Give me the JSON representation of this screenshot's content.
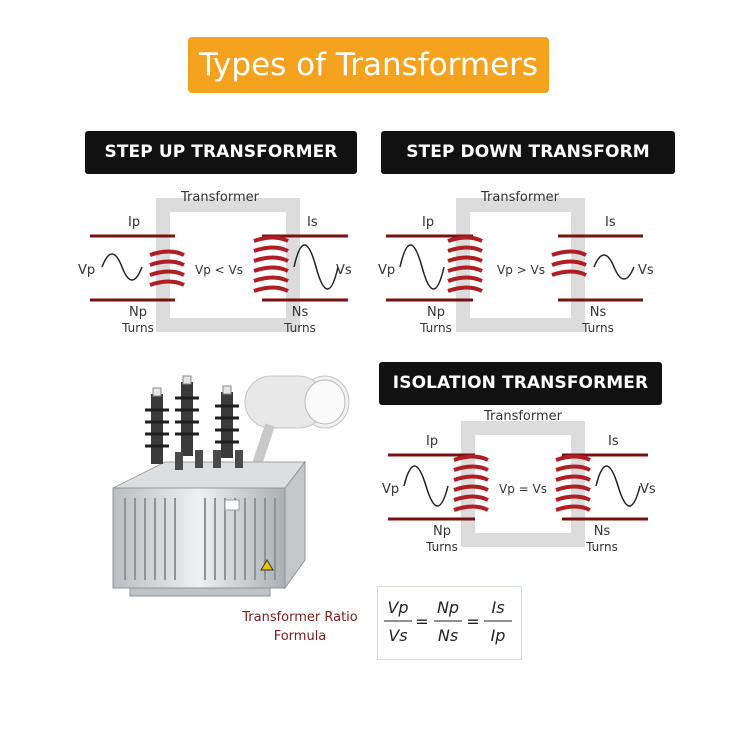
{
  "title": "Types of Transformers",
  "step_up": {
    "header": "STEP UP TRANSFORMER",
    "core_label": "Transformer",
    "ip": "Ip",
    "is": "Is",
    "vp": "Vp",
    "vs": "Vs",
    "relation": "Vp < Vs",
    "np": "Np",
    "ns": "Ns",
    "turns_left": "Turns",
    "turns_right": "Turns"
  },
  "step_down": {
    "header": "STEP DOWN TRANSFORM",
    "core_label": "Transformer",
    "ip": "Ip",
    "is": "Is",
    "vp": "Vp",
    "vs": "Vs",
    "relation": "Vp > Vs",
    "np": "Np",
    "ns": "Ns",
    "turns_left": "Turns",
    "turns_right": "Turns"
  },
  "isolation": {
    "header": "ISOLATION TRANSFORMER",
    "core_label": "Transformer",
    "ip": "Ip",
    "is": "Is",
    "vp": "Vp",
    "vs": "Vs",
    "relation": "Vp = Vs",
    "np": "Np",
    "ns": "Ns",
    "turns_left": "Turns",
    "turns_right": "Turns"
  },
  "formula": {
    "label_line1": "Transformer Ratio",
    "label_line2": "Formula",
    "eq1": "=",
    "eq2": "=",
    "f1_num": "Vp",
    "f1_den": "Vs",
    "f2_num": "Np",
    "f2_den": "Ns",
    "f3_num": "Is",
    "f3_den": "Ip"
  },
  "colors": {
    "title_bg": "#f5a31e",
    "header_bg": "#111111",
    "coil": "#b01e23",
    "wire": "#7a1010",
    "core": "#e3e3e3"
  }
}
